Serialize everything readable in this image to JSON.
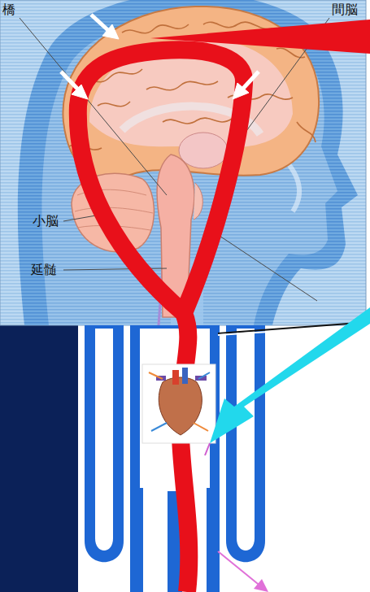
{
  "diagram": {
    "labels": [
      "橋",
      "間脳",
      "小脳",
      "延髄"
    ]
  }
}
